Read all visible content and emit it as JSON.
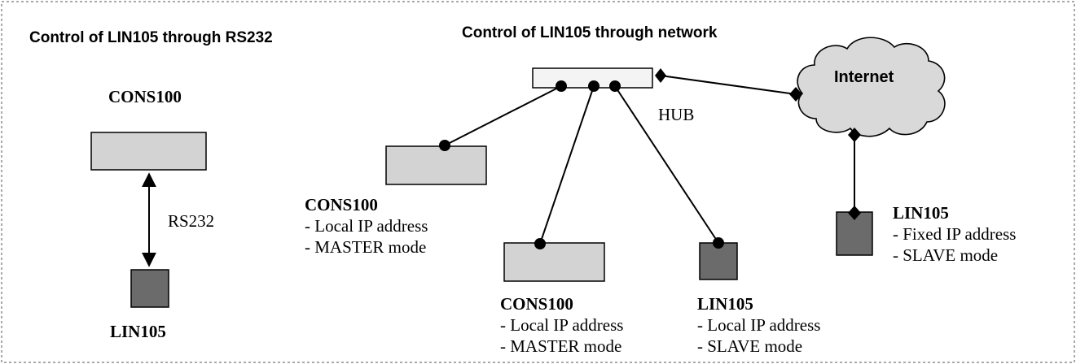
{
  "titles": {
    "left": "Control of LIN105 through RS232",
    "right": "Control of LIN105 through network"
  },
  "left": {
    "cons_label": "CONS100",
    "link_label": "RS232",
    "lin_label": "LIN105"
  },
  "network": {
    "hub_label": "HUB",
    "internet_label": "Internet",
    "cons_a": {
      "name": "CONS100",
      "line1": "- Local IP address",
      "line2": "- MASTER mode"
    },
    "cons_b": {
      "name": "CONS100",
      "line1": "- Local IP address",
      "line2": "- MASTER mode"
    },
    "lin_local": {
      "name": "LIN105",
      "line1": "- Local IP address",
      "line2": "- SLAVE mode"
    },
    "lin_remote": {
      "name": "LIN105",
      "line1": "- Fixed IP address",
      "line2": "- SLAVE mode"
    }
  },
  "colors": {
    "console_fill": "#d3d3d3",
    "lin_fill": "#6b6b6b",
    "hub_fill": "#f4f4f4",
    "cloud_fill": "#d9d9d9"
  }
}
